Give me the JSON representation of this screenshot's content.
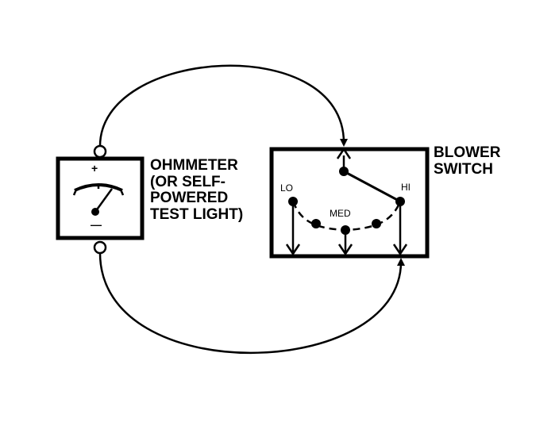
{
  "ohmmeter": {
    "label_lines": [
      "OHMMETER",
      "(OR SELF-",
      "POWERED",
      "TEST LIGHT)"
    ],
    "plus_sign": "+",
    "minus_sign": "—"
  },
  "blower_switch": {
    "label_lines": [
      "BLOWER",
      "SWITCH"
    ],
    "positions": {
      "lo": "LO",
      "med": "MED",
      "hi": "HI"
    }
  },
  "colors": {
    "line": "#000000",
    "background": "#ffffff"
  }
}
